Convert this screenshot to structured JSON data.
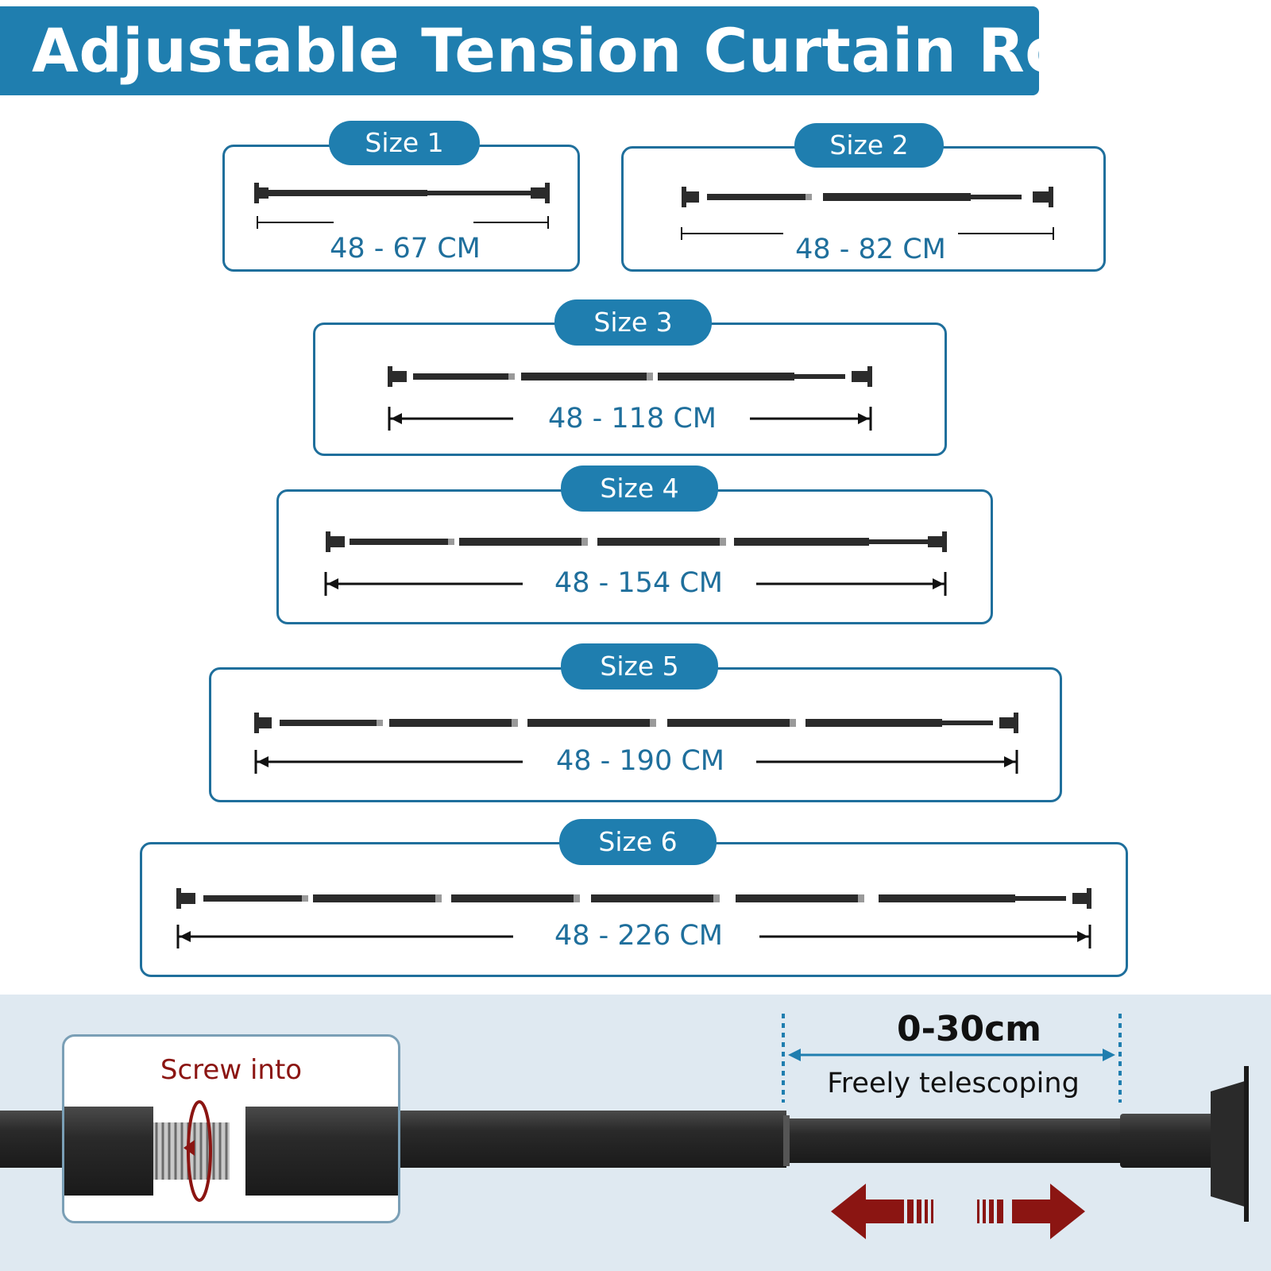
{
  "title": "Adjustable Tension Curtain Rod",
  "sizes": [
    {
      "label": "Size 1",
      "range": "48 - 67 CM"
    },
    {
      "label": "Size 2",
      "range": "48 - 82 CM"
    },
    {
      "label": "Size 3",
      "range": "48 - 118 CM"
    },
    {
      "label": "Size 4",
      "range": "48 - 154 CM"
    },
    {
      "label": "Size 5",
      "range": "48 - 190 CM"
    },
    {
      "label": "Size 6",
      "range": "48 - 226 CM"
    }
  ],
  "detail": {
    "screw_label": "Screw into",
    "range_label": "0-30cm",
    "telescope_label": "Freely telescoping"
  },
  "colors": {
    "brand_blue": "#1f7eaf",
    "rod": "#2b2b2b",
    "arrow_red": "#8b1512",
    "panel_bg": "#dfe9f1"
  },
  "icons": [
    "rod-icon",
    "dimension-arrow-icon",
    "thread-icon",
    "rotate-arrow-icon",
    "left-arrow-icon",
    "right-arrow-icon"
  ]
}
